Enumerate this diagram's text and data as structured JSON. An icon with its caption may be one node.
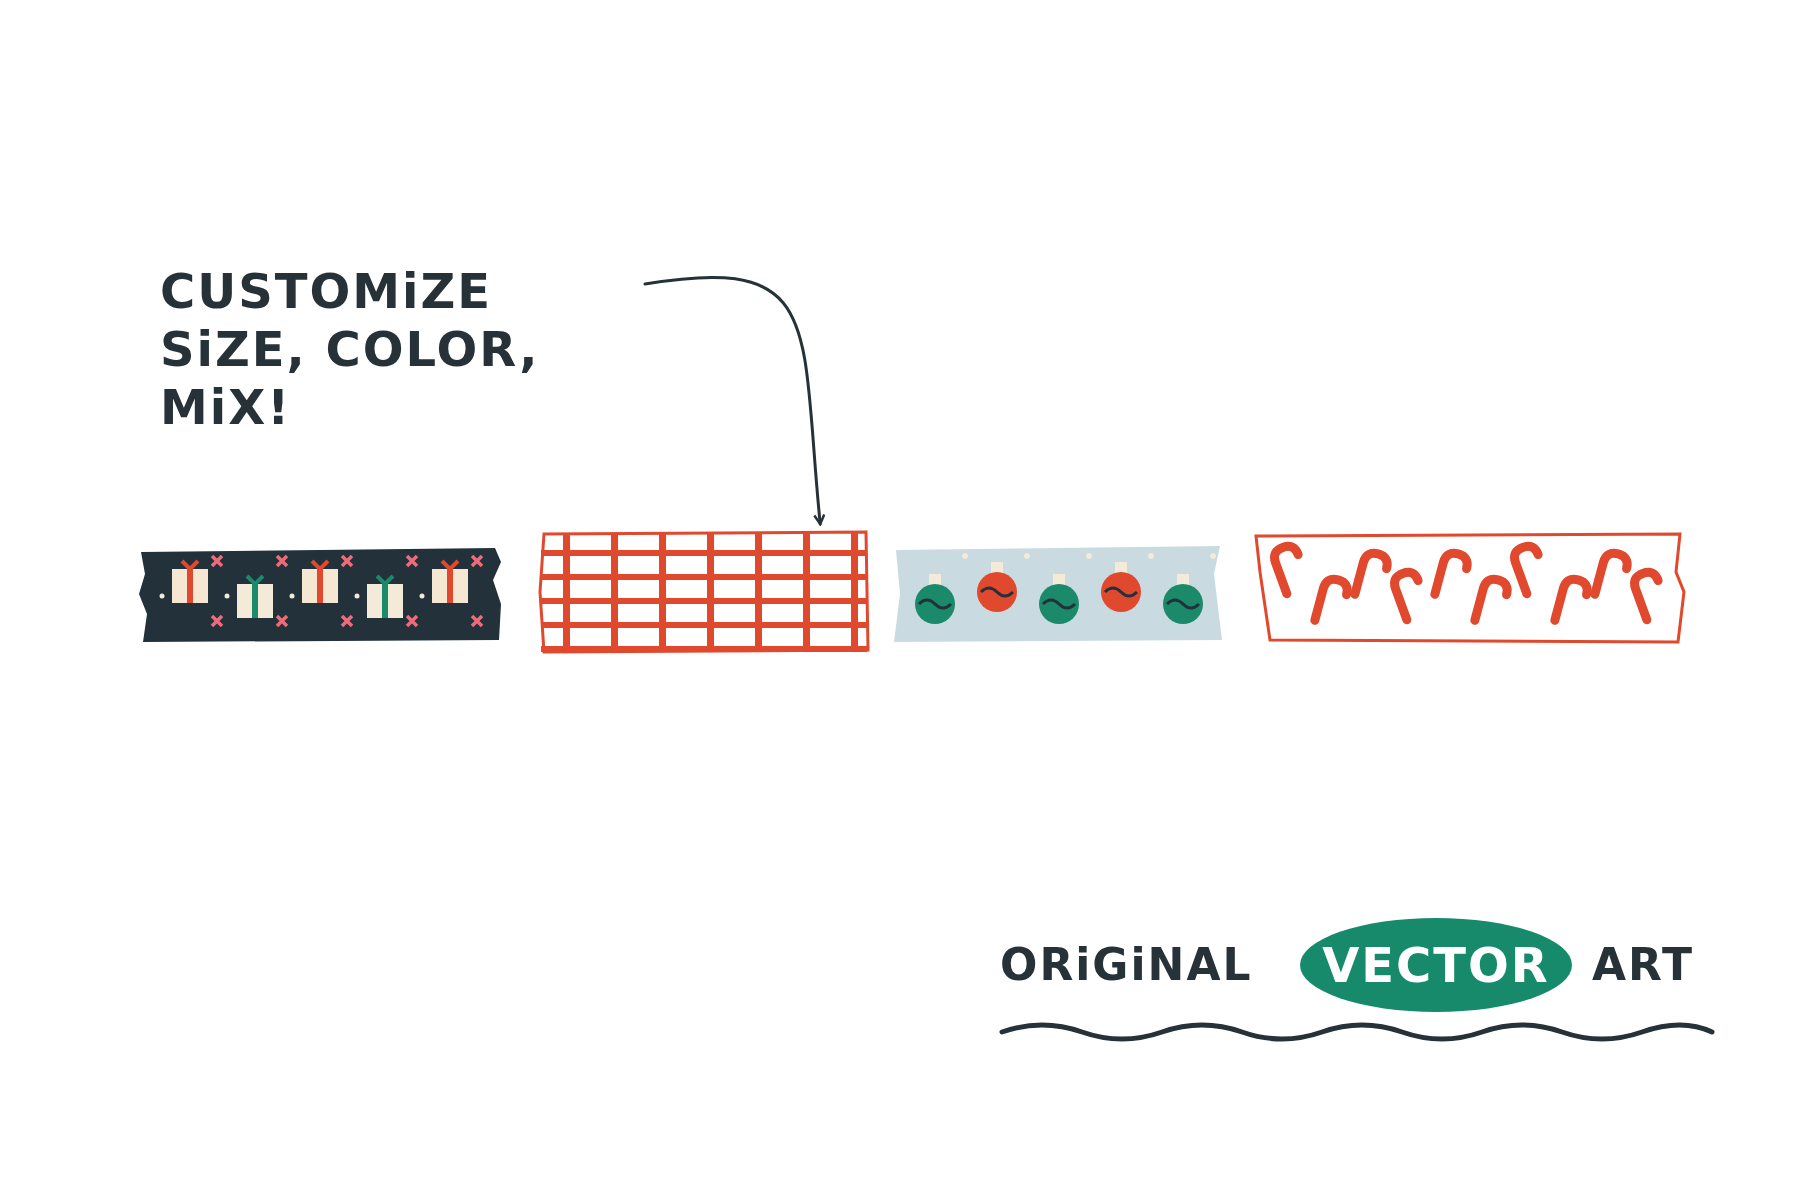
{
  "diagram": {
    "nodes": [
      {
        "text": [
          "CUSTOMiZE SiZE, COLOR, MiX!"
        ]
      },
      {
        "text": [],
        "shape": "picture"
      },
      {
        "text": [],
        "shape": "picture"
      },
      {
        "text": [],
        "shape": "picture"
      },
      {
        "text": [],
        "shape": "picture"
      },
      {
        "text": [
          "VECTOR"
        ]
      }
    ],
    "edges": [
      {
        "from": 0,
        "to": 2,
        "arrow": "to"
      }
    ],
    "labels": [
      "ORiGiNAL",
      "ART"
    ]
  }
}
